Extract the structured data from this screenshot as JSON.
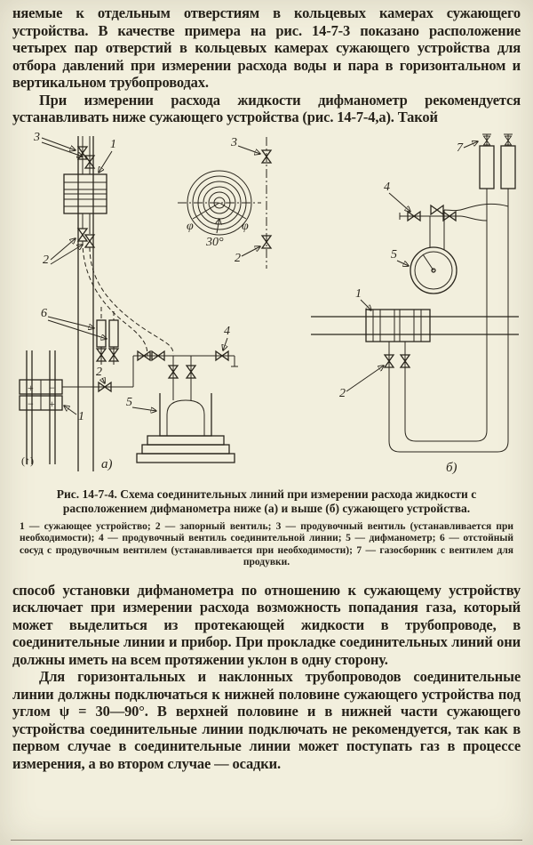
{
  "page": {
    "background": "#f2efdd",
    "text_color": "#26221a"
  },
  "content": {
    "p1": "няемые к отдельным отверстиям в кольцевых камерах сужающего устройства. В качестве примера на рис. 14-7-3 показано расположение четырех пар отверстий в кольцевых камерах сужающего устройства для отбора давлений при измерении расхода воды и пара в горизонтальном и вертикальном трубопроводах.",
    "p2": "При измерении расхода жидкости дифманометр рекомендуется устанавливать ниже сужающего устройства (рис. 14-7-4,а). Такой",
    "p3": "способ установки дифманометра по отношению к сужающему устройству исключает при измерении расхода возможность попадания газа, который может выделиться из протекающей жидкости в трубопроводе, в соединительные линии и прибор. При прокладке соединительных линий они должны иметь на всем протяжении уклон в одну сторону.",
    "p4": "Для горизонтальных и наклонных трубопроводов соединительные линии должны подключаться к нижней половине сужающего устройства под углом ψ = 30—90°. В верхней половине и в нижней части сужающего устройства соединительные линии подключать не рекомендуется, так как в первом случае в соединительные линии может поступать газ в процессе измерения, а во втором случае — осадки."
  },
  "figure": {
    "caption": "Рис. 14-7-4. Схема соединительных линий при измерении расхода жидкости с расположением дифманометра ниже (а) и выше (б) сужающего устройства.",
    "legend": "1 — сужающее устройство; 2 — запорный вентиль; 3 — продувочный вентиль (устанавливается при необходимости); 4 — продувочный вентиль соединительной линии; 5 — дифманометр; 6 — отстойный сосуд с продувочным вентилем (устанавливается при необходимости); 7 — газосборник с вентилем для продувки.",
    "labels": {
      "a3": "3",
      "a1": "1",
      "a2": "2",
      "a6": "6",
      "a2i": "2",
      "a1i": "1",
      "a5": "5",
      "a4": "4",
      "a_flow": "(↑)",
      "a_tag": "а)",
      "plus1": "+",
      "minus1": "−",
      "minus2": "−",
      "plus2": "+",
      "s_phi1": "φ",
      "s_phi2": "φ",
      "s_deg": "30°",
      "s3": "3",
      "s2": "2",
      "b7": "7",
      "b4": "4",
      "b5": "5",
      "b1": "1",
      "b2": "2",
      "b_tag": "б)"
    }
  }
}
